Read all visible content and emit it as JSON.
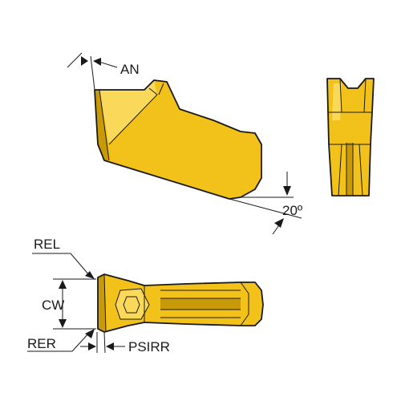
{
  "labels": {
    "an": "AN",
    "angle": "20º",
    "rel": "REL",
    "cw": "CW",
    "rer": "RER",
    "psirr": "PSIRR"
  },
  "colors": {
    "insert_fill": "#f2c21a",
    "insert_shade": "#c99a08",
    "outline": "#1a1a1a"
  }
}
